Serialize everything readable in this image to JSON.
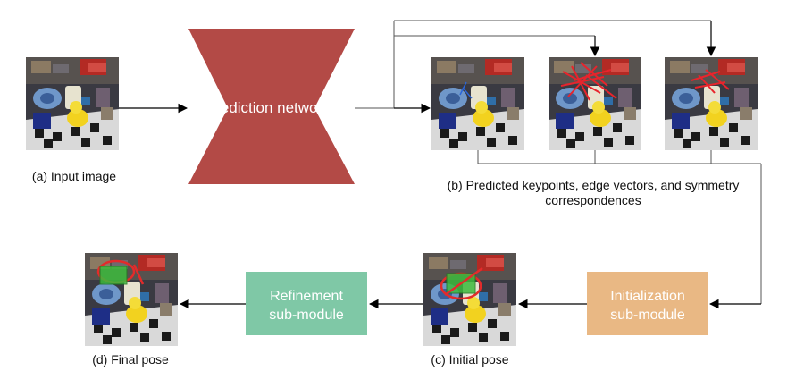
{
  "diagram": {
    "prediction_network": {
      "label": "Prediction networks",
      "color": "#b34a46"
    },
    "refinement": {
      "line1": "Refinement",
      "line2": "sub-module",
      "color": "#7fc8a6"
    },
    "initialization": {
      "line1": "Initialization",
      "line2": "sub-module",
      "color": "#e9b884"
    },
    "captions": {
      "input": "(a) Input image",
      "predicted_line1": "(b) Predicted keypoints, edge vectors, and symmetry",
      "predicted_line2": "correspondences",
      "initial": "(c) Initial pose",
      "final": "(d) Final pose"
    },
    "overlay_colors": {
      "keypoints": "#e8242c",
      "pose_red": "#e32b2b",
      "pose_green": "#3dbb3d"
    }
  }
}
